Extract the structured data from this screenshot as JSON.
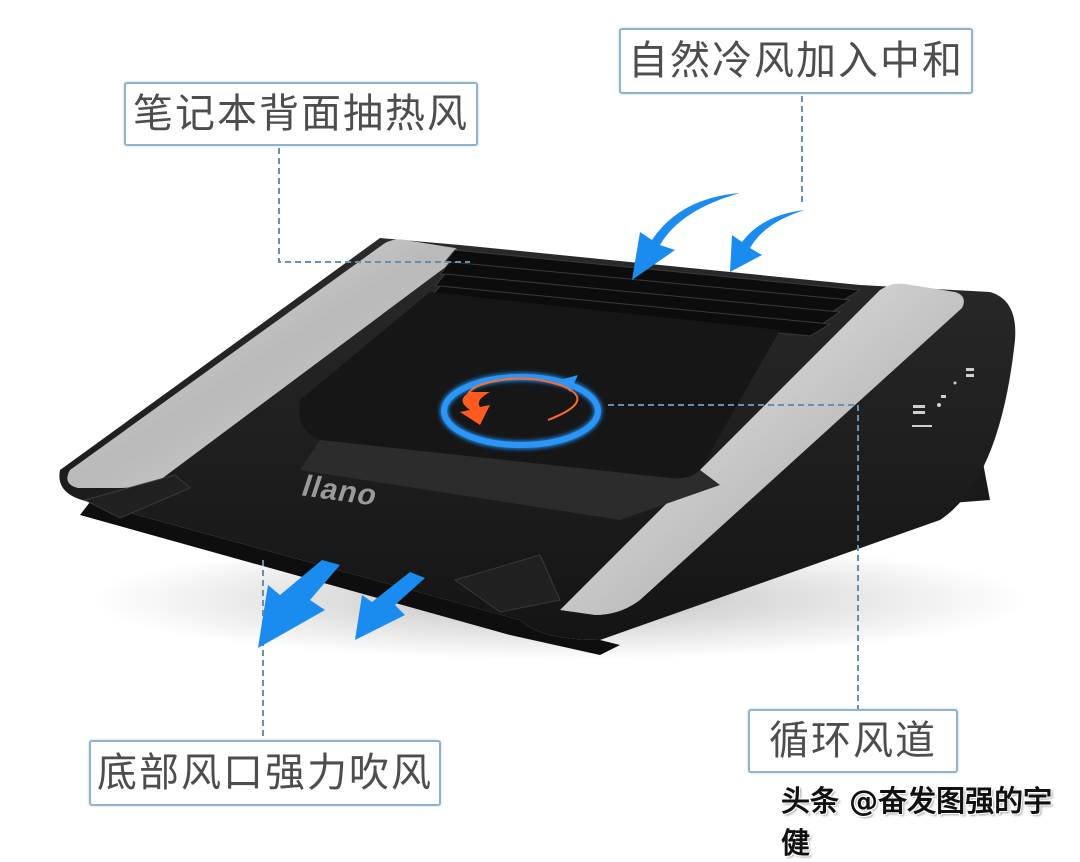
{
  "callouts": {
    "top_right": "自然冷风加入中和",
    "top_left": "笔记本背面抽热风",
    "bottom_left": "底部风口强力吹风",
    "bottom_right": "循环风道"
  },
  "product": {
    "brand_logo": "llano"
  },
  "watermark": "头条 @奋发图强的宇健",
  "colors": {
    "callout_border": "#8fb2cf",
    "callout_text": "#4d4d4d",
    "airflow_arrow_blue": "#1a8cf0",
    "rotation_arrow_orange": "#ff5a1f",
    "leader_line": "#6a8fae",
    "device_body": "#1f1f1f",
    "aluminum_panel": "#c9c9c9"
  }
}
